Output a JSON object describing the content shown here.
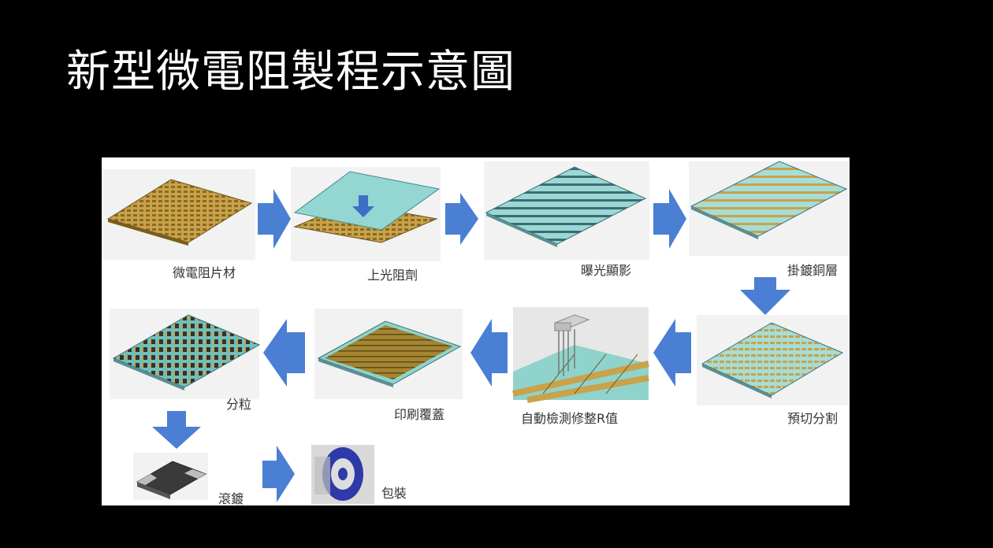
{
  "title": "新型微電阻製程示意圖",
  "steps": [
    {
      "label": "微電阻片材"
    },
    {
      "label": "上光阻劑"
    },
    {
      "label": "曝光顯影"
    },
    {
      "label": "掛鍍銅層"
    },
    {
      "label": "預切分割"
    },
    {
      "label": "自動檢測修整R值"
    },
    {
      "label": "印刷覆蓋"
    },
    {
      "label": "分粒"
    },
    {
      "label": "滾鍍"
    },
    {
      "label": "包裝"
    }
  ],
  "colors": {
    "background": "#000000",
    "panel": "#ffffff",
    "arrow": "#4a7fd4",
    "substrate": "#c9a24a",
    "photoresist": "#8fd3d0"
  }
}
